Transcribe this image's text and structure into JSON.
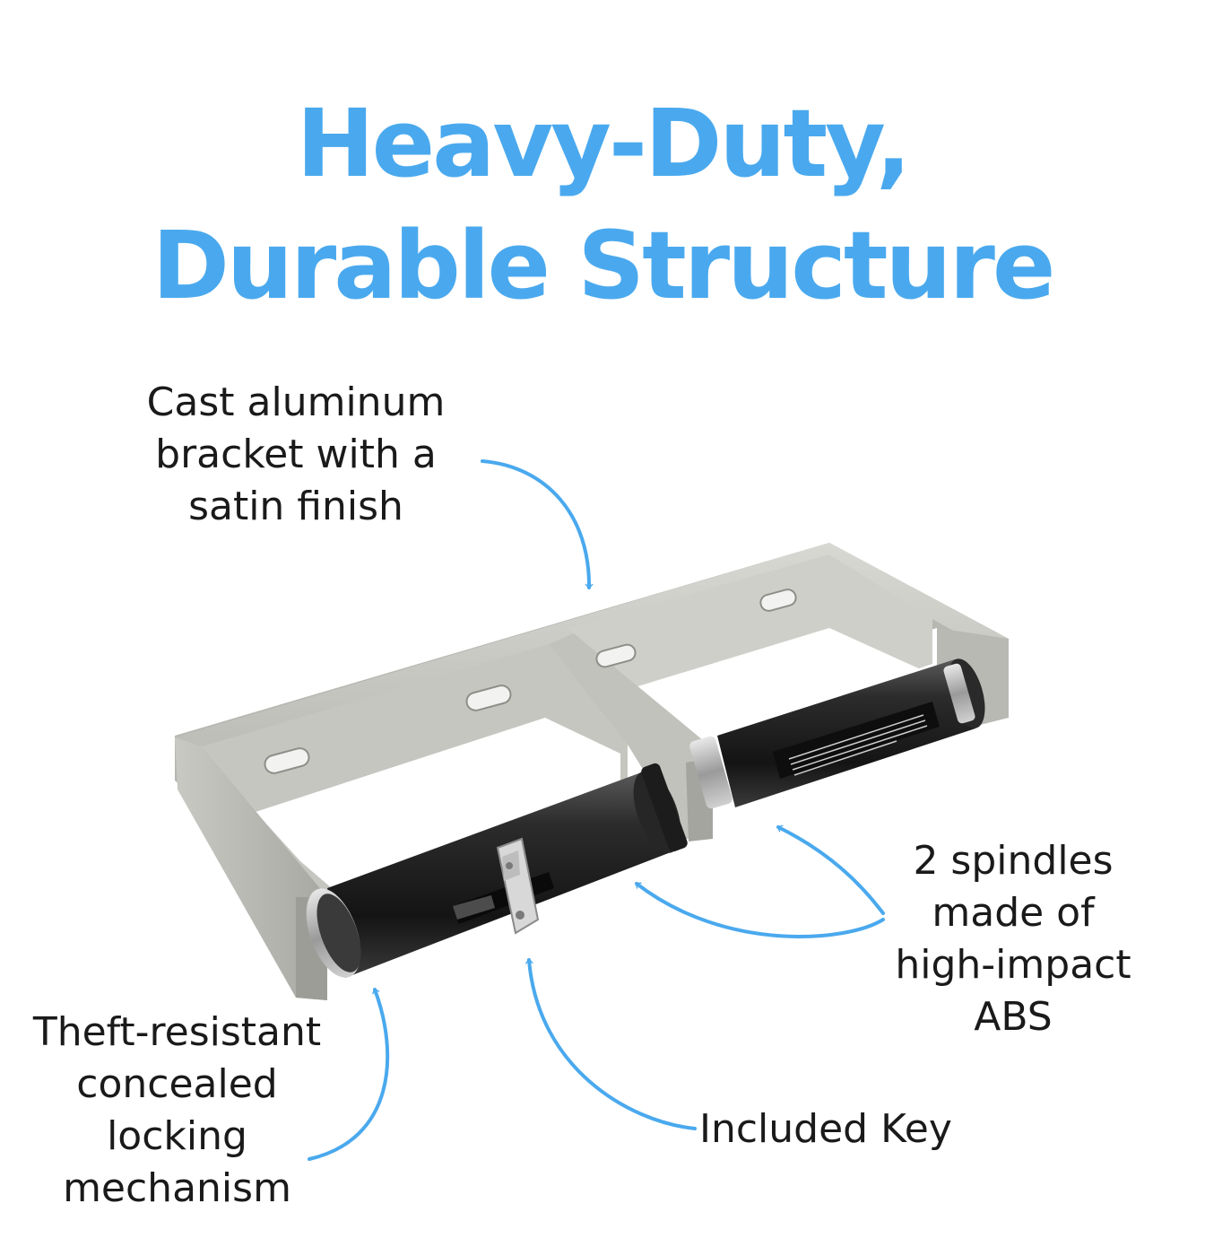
{
  "headline": {
    "line1": "Heavy-Duty,",
    "line2": "Durable Structure",
    "color": "#4aa9ee"
  },
  "callouts": {
    "bracket": [
      "Cast aluminum",
      "bracket with a",
      "satin finish"
    ],
    "spindles": [
      "2 spindles",
      "made of",
      "high-impact",
      "ABS"
    ],
    "theft": [
      "Theft-resistant",
      "concealed",
      "locking",
      "mechanism"
    ],
    "key": [
      "Included Key"
    ]
  },
  "arrow_color": "#4aa9ee"
}
